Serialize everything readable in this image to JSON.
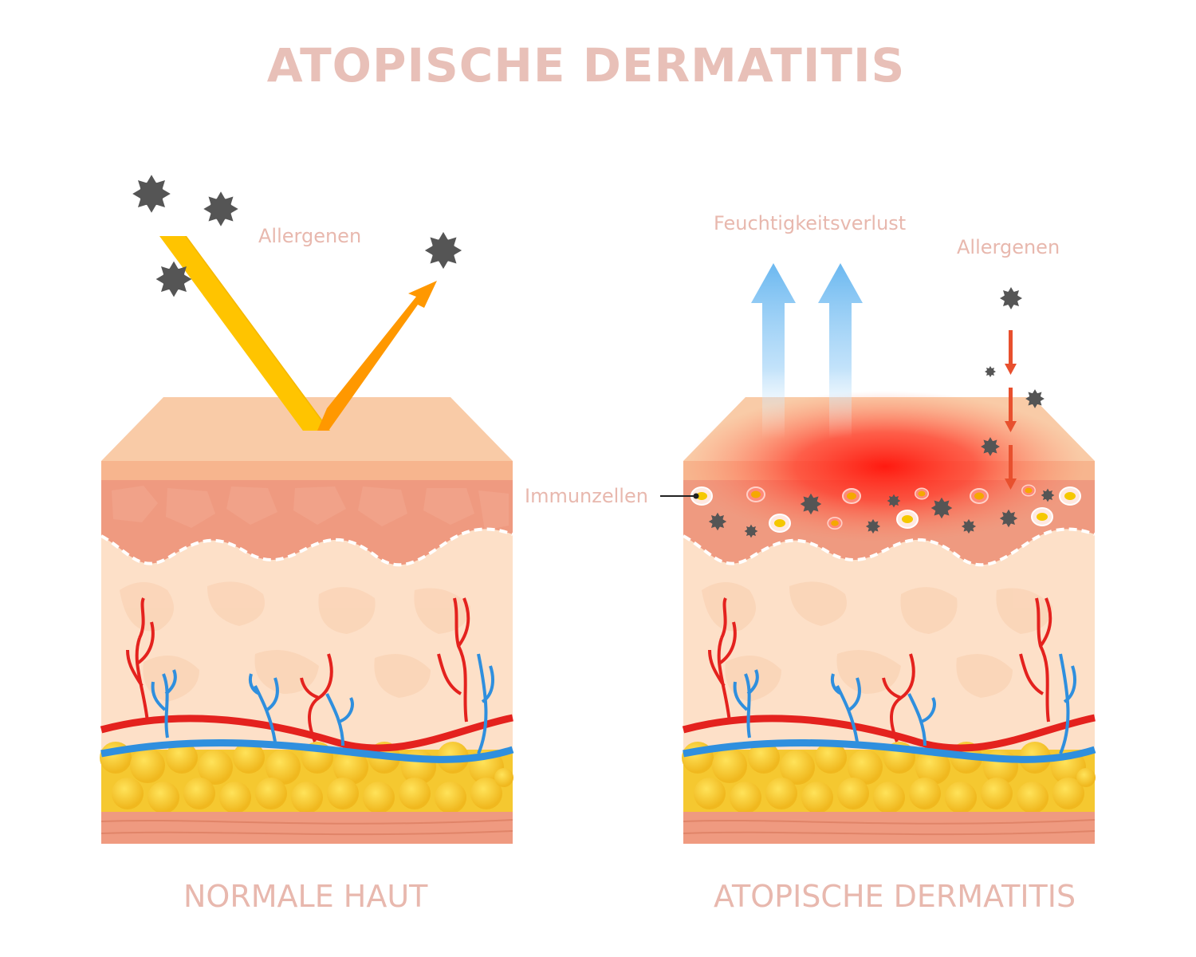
{
  "title": "ATOPISCHE DERMATITIS",
  "left_panel": {
    "caption": "NORMALE HAUT",
    "allergen_label": "Allergenen"
  },
  "right_panel": {
    "caption": "ATOPISCHE DERMATITIS",
    "moisture_label": "Feuchtigkeitsverlust",
    "allergen_label": "Allergenen",
    "immune_label": "Immunzellen"
  },
  "colors": {
    "title": "#e8c0b8",
    "labels": "#e8b8ae",
    "skin_top": "#f9cba7",
    "epidermis": "#ef9a80",
    "dermis": "#fde0c8",
    "fat": "#f5c830",
    "muscle": "#ef9a80",
    "artery": "#e4221e",
    "vein": "#2f8fde",
    "allergen": "#555555",
    "inflammation": "#ff1a10",
    "moisture_arrow": "#7dc0f0"
  },
  "icons": [
    "allergen-particle-icon",
    "reflect-arrow-icon",
    "moisture-arrow-icon",
    "penetration-arrow-icon",
    "immune-cell-icon"
  ]
}
